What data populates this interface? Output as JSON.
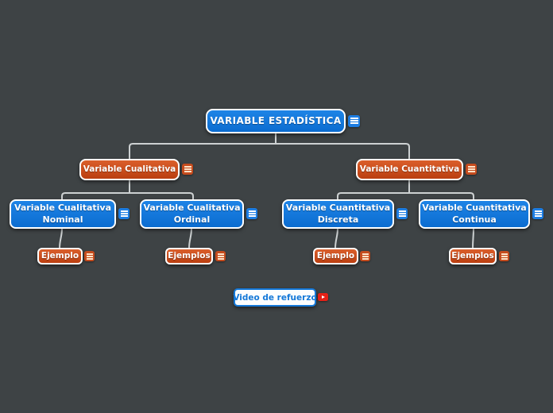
{
  "colors": {
    "background": "#3E4345",
    "node_blue": "#1076D8",
    "node_orange": "#C8481A",
    "connector": "#CDD1D2",
    "video_text_blue": "#1478D8",
    "youtube_red": "#E62117"
  },
  "icons": {
    "node_note": "notes-icon",
    "video": "youtube-icon"
  },
  "mindmap": {
    "root": {
      "label": "VARIABLE ESTADÍSTICA"
    },
    "branches": [
      {
        "label": "Variable Cualitativa",
        "children": [
          {
            "label": "Variable Cualitativa\nNominal",
            "example": "Ejemplo"
          },
          {
            "label": "Variable Cualitativa\nOrdinal",
            "example": "Ejemplos"
          }
        ]
      },
      {
        "label": "Variable Cuantitativa",
        "children": [
          {
            "label": "Variable Cuantitativa\nDiscreta",
            "example": "Ejemplo"
          },
          {
            "label": "Variable Cuantitativa\nContinua",
            "example": "Ejemplos"
          }
        ]
      }
    ],
    "video_button": {
      "label": "Video de refuerzo"
    }
  }
}
